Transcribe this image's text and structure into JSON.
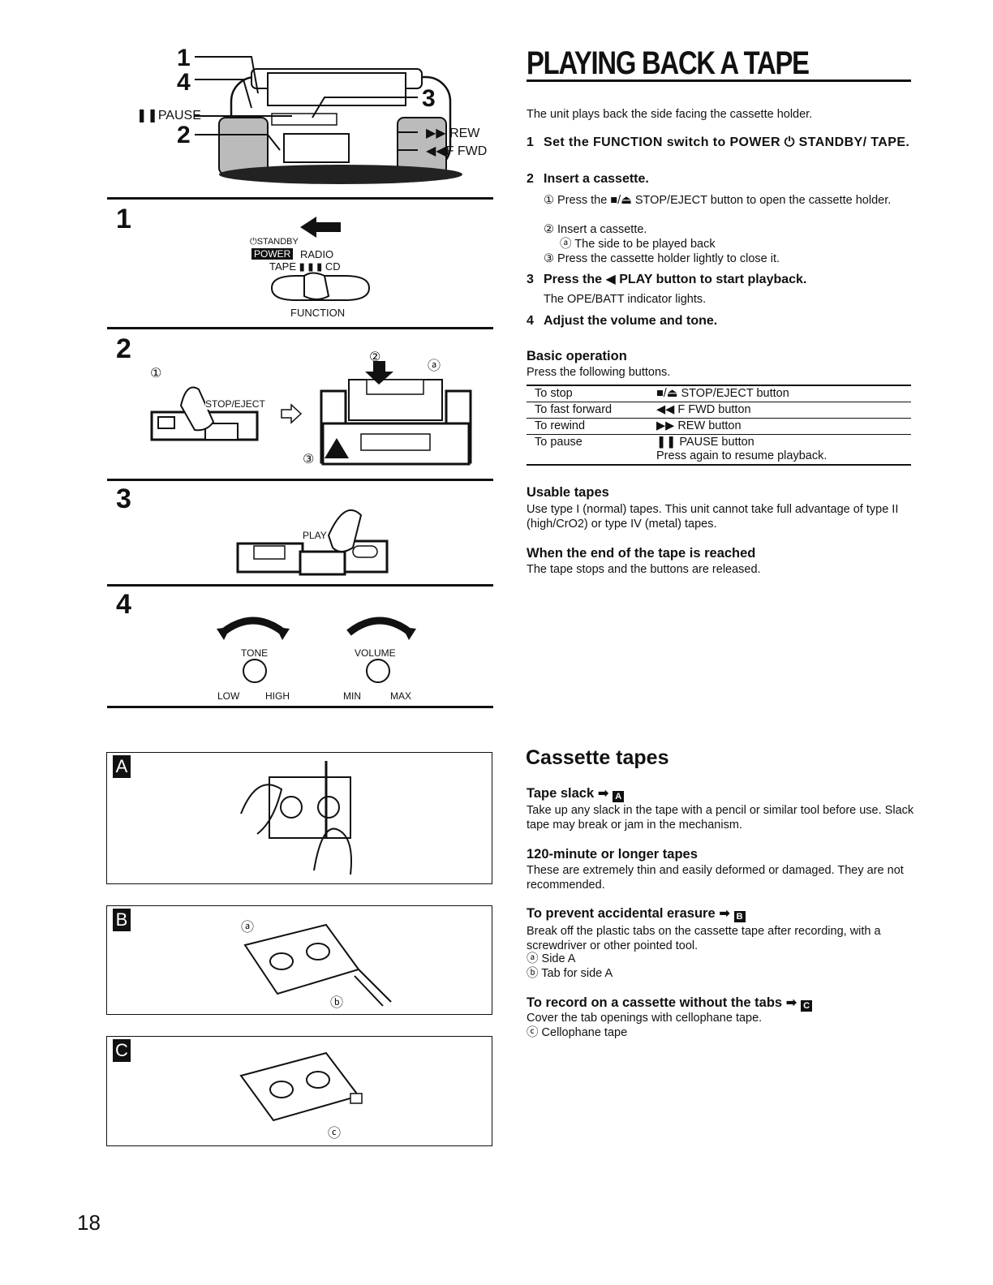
{
  "page_number": "18",
  "overview_labels": {
    "label_1": "1",
    "label_4": "4",
    "label_3": "3",
    "label_2": "2",
    "pause": "PAUSE",
    "rew": "REW",
    "ffwd": "F FWD"
  },
  "figure_steps": {
    "step1": {
      "num": "1",
      "standby": "STANDBY",
      "power": "POWER",
      "radio": "RADIO",
      "tape": "TAPE",
      "cd": "CD",
      "function": "FUNCTION"
    },
    "step2": {
      "num": "2",
      "circ1": "①",
      "circ2": "②",
      "circ3": "③",
      "circa": "ⓐ",
      "stop_eject": "STOP/EJECT"
    },
    "step3": {
      "num": "3",
      "play": "PLAY"
    },
    "step4": {
      "num": "4",
      "tone": "TONE",
      "volume": "VOLUME",
      "low": "LOW",
      "high": "HIGH",
      "min": "MIN",
      "max": "MAX"
    }
  },
  "panels": {
    "a": {
      "letter": "A"
    },
    "b": {
      "letter": "B",
      "circa": "ⓐ",
      "circb": "ⓑ"
    },
    "c": {
      "letter": "C",
      "circc": "ⓒ"
    }
  },
  "playing": {
    "title": "PLAYING BACK A TAPE",
    "intro": "The unit plays back the side facing the cassette holder.",
    "step1_num": "1",
    "step1_text": "Set the FUNCTION switch to POWER ⏻ STANDBY/ TAPE.",
    "step2_num": "2",
    "step2_text": "Insert a cassette.",
    "step2_sub1": "① Press the ■/⏏ STOP/EJECT button to open the cassette holder.",
    "step2_sub2": "② Insert a cassette.",
    "step2_sub2a": "ⓐ The side to be played back",
    "step2_sub3": "③ Press the cassette holder lightly to close it.",
    "step3_num": "3",
    "step3_text": "Press the ◀ PLAY button to start playback.",
    "step3_sub": "The OPE/BATT indicator lights.",
    "step4_num": "4",
    "step4_text": "Adjust the volume and tone."
  },
  "basic": {
    "heading": "Basic operation",
    "intro": "Press the following buttons.",
    "rows": [
      {
        "action": "To stop",
        "button": "■/⏏ STOP/EJECT button",
        "note": ""
      },
      {
        "action": "To fast forward",
        "button": "◀◀ F FWD button",
        "note": ""
      },
      {
        "action": "To rewind",
        "button": "▶▶ REW button",
        "note": ""
      },
      {
        "action": "To pause",
        "button": "❚❚ PAUSE button",
        "note": "Press again to resume playback."
      }
    ]
  },
  "usable": {
    "heading": "Usable tapes",
    "text": "Use type I (normal) tapes. This unit cannot take full advantage of type II (high/CrO2) or type IV (metal) tapes."
  },
  "end": {
    "heading": "When the end of the tape is reached",
    "text": "The tape stops and the buttons are released."
  },
  "cassette": {
    "title": "Cassette tapes",
    "slack_heading": "Tape slack ➡",
    "slack_badge": "A",
    "slack_text": "Take up any slack in the tape with a pencil or similar tool before use. Slack tape may break or jam in the mechanism.",
    "long_heading": "120-minute or longer tapes",
    "long_text": "These are extremely thin and easily deformed or damaged. They are not recommended.",
    "erase_heading": "To prevent accidental erasure ➡",
    "erase_badge": "B",
    "erase_text": "Break off the plastic tabs on the cassette tape after recording, with a screwdriver or other pointed tool.",
    "erase_a": "ⓐ Side A",
    "erase_b": "ⓑ Tab for side A",
    "record_heading": "To record on a cassette without the tabs ➡",
    "record_badge": "C",
    "record_text": "Cover the tab openings with cellophane tape.",
    "record_c": "ⓒ Cellophane tape"
  }
}
